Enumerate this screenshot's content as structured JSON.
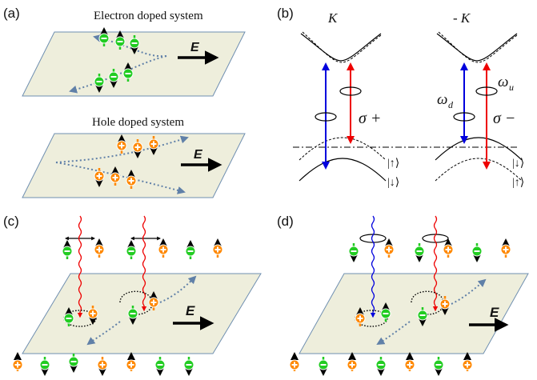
{
  "panels": {
    "a": {
      "label": "(a)",
      "electron_title": "Electron doped system",
      "hole_title": "Hole doped system",
      "field_label": "E"
    },
    "b": {
      "label": "(b)",
      "valley_left": "K",
      "valley_right": "- K",
      "sigma_plus": "σ +",
      "sigma_minus": "σ −",
      "omega_d": "ω",
      "omega_d_sub": "d",
      "omega_u": "ω",
      "omega_u_sub": "u",
      "ket_up": "|↑⟩",
      "ket_down": "|↓⟩"
    },
    "c": {
      "label": "(c)",
      "field_label": "E"
    },
    "d": {
      "label": "(d)",
      "field_label": "E"
    }
  },
  "colors": {
    "plane_fill": "#eeeedc",
    "plane_edge": "#6f8fb0",
    "electron": "#22cc22",
    "hole": "#ff8800",
    "arrow_blue": "#0000dd",
    "arrow_red": "#ee0000",
    "trajectory": "#6080a8"
  }
}
